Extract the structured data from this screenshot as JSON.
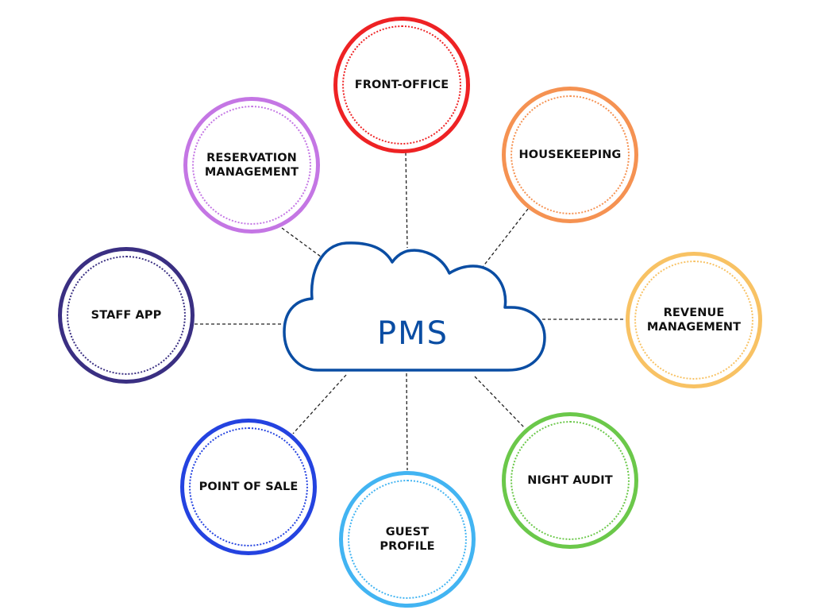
{
  "center": {
    "label": "PMS",
    "color": "#0a4da3"
  },
  "nodes": [
    {
      "id": "front-office",
      "label": "FRONT-OFFICE",
      "color": "#ee2224"
    },
    {
      "id": "housekeeping",
      "label": "HOUSEKEEPING",
      "color": "#f59252"
    },
    {
      "id": "revenue-management",
      "label": "REVENUE\nMANAGEMENT",
      "color": "#f8c264"
    },
    {
      "id": "night-audit",
      "label": "NIGHT AUDIT",
      "color": "#6bc84a"
    },
    {
      "id": "guest-profile",
      "label": "GUEST\nPROFILE",
      "color": "#42b4f2"
    },
    {
      "id": "point-of-sale",
      "label": "POINT OF SALE",
      "color": "#2443e0"
    },
    {
      "id": "staff-app",
      "label": "STAFF APP",
      "color": "#3a2f82"
    },
    {
      "id": "reservation-management",
      "label": "RESERVATION\nMANAGEMENT",
      "color": "#c476e4"
    }
  ],
  "connector_color": "#222222"
}
